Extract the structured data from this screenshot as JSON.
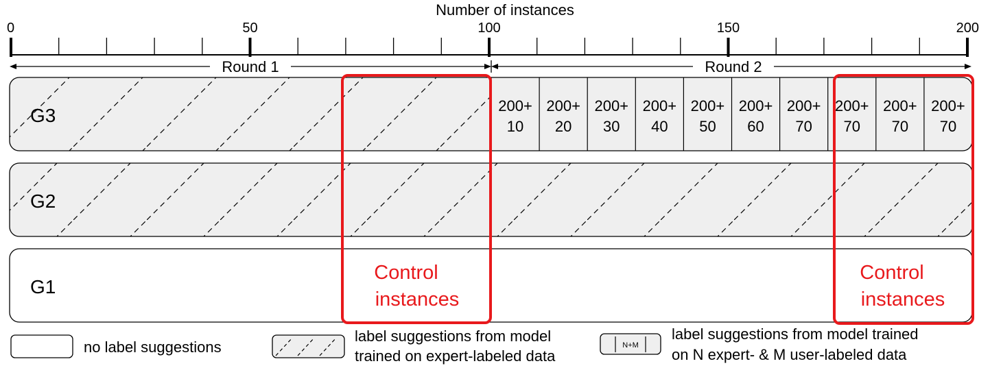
{
  "axis": {
    "title": "Number of instances",
    "ticks": [
      {
        "value": 0,
        "label": "0"
      },
      {
        "value": 50,
        "label": "50"
      },
      {
        "value": 100,
        "label": "100"
      },
      {
        "value": 150,
        "label": "150"
      },
      {
        "value": 200,
        "label": "200"
      }
    ],
    "min": 0,
    "max": 200,
    "minor_step": 10
  },
  "rounds": [
    {
      "label": "Round 1",
      "from": 0,
      "to": 100
    },
    {
      "label": "Round 2",
      "from": 100,
      "to": 200
    }
  ],
  "groups": [
    {
      "label": "G3"
    },
    {
      "label": "G2"
    },
    {
      "label": "G1"
    }
  ],
  "g3_round2_cells": [
    {
      "top": "200+",
      "bottom": "10"
    },
    {
      "top": "200+",
      "bottom": "20"
    },
    {
      "top": "200+",
      "bottom": "30"
    },
    {
      "top": "200+",
      "bottom": "40"
    },
    {
      "top": "200+",
      "bottom": "50"
    },
    {
      "top": "200+",
      "bottom": "60"
    },
    {
      "top": "200+",
      "bottom": "70"
    },
    {
      "top": "200+",
      "bottom": "70"
    },
    {
      "top": "200+",
      "bottom": "70"
    },
    {
      "top": "200+",
      "bottom": "70"
    }
  ],
  "control": {
    "line1": "Control",
    "line2": "instances",
    "ranges": [
      [
        70,
        100
      ],
      [
        170,
        200
      ]
    ]
  },
  "legend": {
    "none_label": "no label suggestions",
    "expert_line1": "label suggestions from model",
    "expert_line2": "trained on expert-labeled data",
    "mixed_icon_text": "N+M",
    "mixed_line1": "label suggestions from model trained",
    "mixed_line2": "on N expert- & M user-labeled data"
  },
  "colors": {
    "highlight": "#e8191c",
    "fill": "#efefef",
    "stroke": "#000000"
  }
}
